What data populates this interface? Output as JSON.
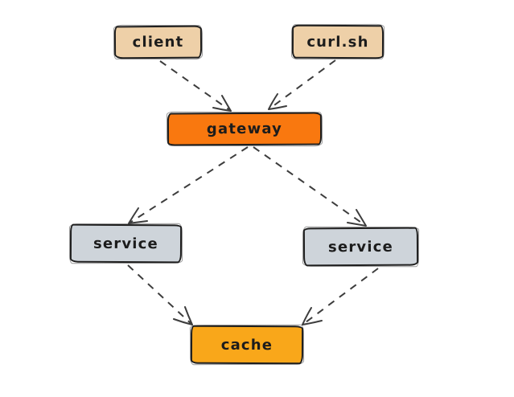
{
  "diagram": {
    "background": "#ffffff",
    "stroke_color": "#1e1e1e",
    "arrow_color": "#3d3d3d",
    "nodes": [
      {
        "id": "client",
        "label": "client",
        "fill": "#eed0a8"
      },
      {
        "id": "curl-sh",
        "label": "curl.sh",
        "fill": "#eed0a8"
      },
      {
        "id": "gateway",
        "label": "gateway",
        "fill": "#f9780f"
      },
      {
        "id": "service-left",
        "label": "service",
        "fill": "#ced4da"
      },
      {
        "id": "service-right",
        "label": "service",
        "fill": "#ced4da"
      },
      {
        "id": "cache",
        "label": "cache",
        "fill": "#f9a71a"
      }
    ],
    "edges": [
      {
        "from": "client",
        "to": "gateway",
        "line": "dashed",
        "arrowhead": "open"
      },
      {
        "from": "curl-sh",
        "to": "gateway",
        "line": "dashed",
        "arrowhead": "open"
      },
      {
        "from": "gateway",
        "to": "service-left",
        "line": "dashed",
        "arrowhead": "open"
      },
      {
        "from": "gateway",
        "to": "service-right",
        "line": "dashed",
        "arrowhead": "open"
      },
      {
        "from": "service-left",
        "to": "cache",
        "line": "dashed",
        "arrowhead": "open"
      },
      {
        "from": "service-right",
        "to": "cache",
        "line": "dashed",
        "arrowhead": "open"
      }
    ]
  }
}
